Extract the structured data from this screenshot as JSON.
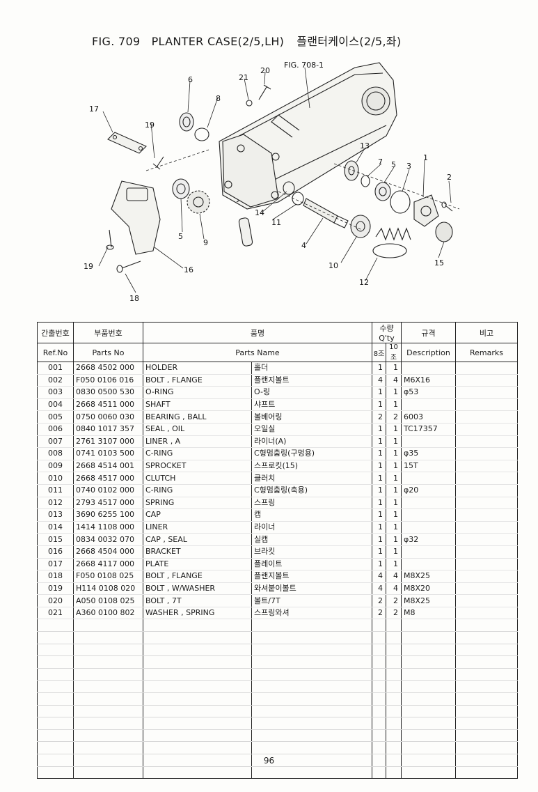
{
  "title": {
    "fig": "FIG. 709",
    "name": "PLANTER CASE(2/5,LH)",
    "name_kr": "플랜터케이스(2/5,좌)"
  },
  "diagram": {
    "ref_label": "FIG. 708-1",
    "callouts": [
      "1",
      "2",
      "3",
      "4",
      "5",
      "5",
      "6",
      "7",
      "8",
      "9",
      "10",
      "11",
      "12",
      "13",
      "14",
      "15",
      "16",
      "17",
      "18",
      "19",
      "19",
      "20",
      "21"
    ]
  },
  "table": {
    "headers": {
      "ref_kr": "간출번호",
      "ref_en": "Ref.No",
      "part_kr": "부품번호",
      "part_en": "Parts No",
      "name_kr": "품명",
      "name_en": "Parts Name",
      "qty": "수량Q'ty",
      "qty8": "8조",
      "qty10": "10조",
      "spec_kr": "규격",
      "spec_en": "Description",
      "rem_kr": "비고",
      "rem_en": "Remarks"
    },
    "rows": [
      {
        "ref": "001",
        "part": "2668 4502 000",
        "en": "HOLDER",
        "kr": "홀더",
        "q8": "1",
        "q10": "1",
        "desc": ""
      },
      {
        "ref": "002",
        "part": "F050 0106 016",
        "en": "BOLT , FLANGE",
        "kr": "플랜지볼트",
        "q8": "4",
        "q10": "4",
        "desc": "M6X16"
      },
      {
        "ref": "003",
        "part": "0830 0500 530",
        "en": "O-RING",
        "kr": "O-링",
        "q8": "1",
        "q10": "1",
        "desc": "φ53"
      },
      {
        "ref": "004",
        "part": "2668 4511 000",
        "en": "SHAFT",
        "kr": "샤프트",
        "q8": "1",
        "q10": "1",
        "desc": ""
      },
      {
        "ref": "005",
        "part": "0750 0060 030",
        "en": "BEARING , BALL",
        "kr": "볼베어링",
        "q8": "2",
        "q10": "2",
        "desc": "6003"
      },
      {
        "ref": "006",
        "part": "0840 1017 357",
        "en": "SEAL , OIL",
        "kr": "오일실",
        "q8": "1",
        "q10": "1",
        "desc": "TC17357"
      },
      {
        "ref": "007",
        "part": "2761 3107 000",
        "en": "LINER , A",
        "kr": "라이너(A)",
        "q8": "1",
        "q10": "1",
        "desc": ""
      },
      {
        "ref": "008",
        "part": "0741 0103 500",
        "en": "C-RING",
        "kr": "C형멈춤링(구멍용)",
        "q8": "1",
        "q10": "1",
        "desc": "φ35"
      },
      {
        "ref": "009",
        "part": "2668 4514 001",
        "en": "SPROCKET",
        "kr": "스프로킷(15)",
        "q8": "1",
        "q10": "1",
        "desc": "15T"
      },
      {
        "ref": "010",
        "part": "2668 4517 000",
        "en": "CLUTCH",
        "kr": "클러치",
        "q8": "1",
        "q10": "1",
        "desc": ""
      },
      {
        "ref": "011",
        "part": "0740 0102 000",
        "en": "C-RING",
        "kr": "C형멈춤링(축용)",
        "q8": "1",
        "q10": "1",
        "desc": "φ20"
      },
      {
        "ref": "012",
        "part": "2793 4517 000",
        "en": "SPRING",
        "kr": "스프링",
        "q8": "1",
        "q10": "1",
        "desc": ""
      },
      {
        "ref": "013",
        "part": "3690 6255 100",
        "en": "CAP",
        "kr": "캡",
        "q8": "1",
        "q10": "1",
        "desc": ""
      },
      {
        "ref": "014",
        "part": "1414 1108 000",
        "en": "LINER",
        "kr": "라이너",
        "q8": "1",
        "q10": "1",
        "desc": ""
      },
      {
        "ref": "015",
        "part": "0834 0032 070",
        "en": "CAP , SEAL",
        "kr": "실캡",
        "q8": "1",
        "q10": "1",
        "desc": "φ32"
      },
      {
        "ref": "016",
        "part": "2668 4504 000",
        "en": "BRACKET",
        "kr": "브라킷",
        "q8": "1",
        "q10": "1",
        "desc": ""
      },
      {
        "ref": "017",
        "part": "2668 4117 000",
        "en": "PLATE",
        "kr": "플레이트",
        "q8": "1",
        "q10": "1",
        "desc": ""
      },
      {
        "ref": "018",
        "part": "F050 0108 025",
        "en": "BOLT , FLANGE",
        "kr": "플랜지볼트",
        "q8": "4",
        "q10": "4",
        "desc": "M8X25"
      },
      {
        "ref": "019",
        "part": "H114 0108 020",
        "en": "BOLT , W/WASHER",
        "kr": "와셔붙이볼트",
        "q8": "4",
        "q10": "4",
        "desc": "M8X20"
      },
      {
        "ref": "020",
        "part": "A050 0108 025",
        "en": "BOLT , 7T",
        "kr": "볼트/7T",
        "q8": "2",
        "q10": "2",
        "desc": "M8X25"
      },
      {
        "ref": "021",
        "part": "A360 0100 802",
        "en": "WASHER , SPRING",
        "kr": "스프링와셔",
        "q8": "2",
        "q10": "2",
        "desc": "M8"
      }
    ]
  },
  "page_number": "96"
}
